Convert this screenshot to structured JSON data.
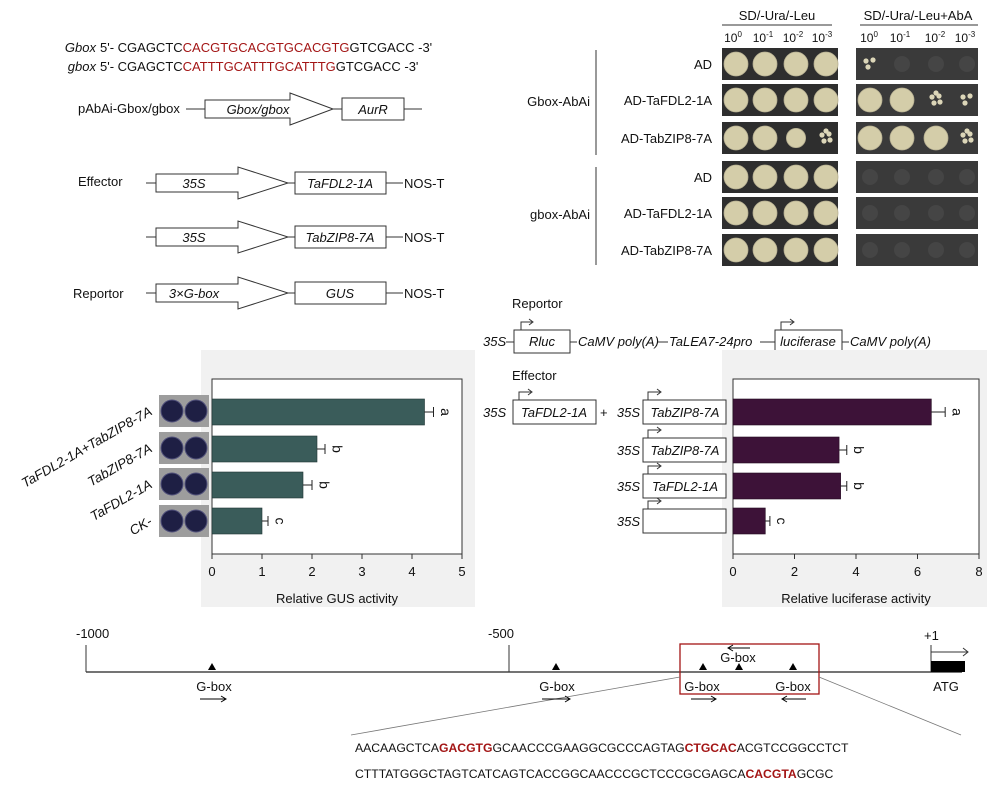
{
  "panel_a": {
    "seq_rows": [
      {
        "label": "Gbox",
        "prefix": "5'- CGAGCTC",
        "core": "CACGTGCACGTGCACGTG",
        "suffix": "GTCGACC -3'"
      },
      {
        "label": "gbox",
        "prefix": "5'- CGAGCTC",
        "core": "CATTTGCATTTGCATTTG",
        "suffix": "GTCGACC -3'"
      }
    ],
    "bait_label": "pAbAi-Gbox/gbox",
    "bait_arrow": "Gbox/gbox",
    "bait_box": "AurR"
  },
  "panel_b": {
    "effector_label": "Effector",
    "reportor_label": "Reportor",
    "constructs": [
      {
        "promoter": "35S",
        "gene": "TaFDL2-1A",
        "terminator": "NOS-T"
      },
      {
        "promoter": "35S",
        "gene": "TabZIP8-7A",
        "terminator": "NOS-T"
      },
      {
        "promoter": "3×G-box",
        "gene": "GUS",
        "terminator": "NOS-T"
      }
    ]
  },
  "panel_c": {
    "headers": [
      "SD/-Ura/-Leu",
      "SD/-Ura/-Leu+AbA"
    ],
    "dilutions": [
      "10",
      "10",
      "10",
      "10"
    ],
    "dilution_exps": [
      "0",
      "-1",
      "-2",
      "-3"
    ],
    "groups": [
      "Gbox-AbAi",
      "gbox-AbAi"
    ],
    "rows": [
      "AD",
      "AD-TaFDL2-1A",
      "AD-TabZIP8-7A",
      "AD",
      "AD-TaFDL2-1A",
      "AD-TabZIP8-7A"
    ],
    "growth_fraction": [
      [
        1,
        1,
        1,
        1,
        0.35,
        0,
        0,
        0
      ],
      [
        1,
        1,
        1,
        1,
        1,
        1,
        0.6,
        0.3
      ],
      [
        1,
        1,
        0.8,
        0.5,
        1,
        1,
        1,
        0.5
      ],
      [
        1,
        1,
        1,
        1,
        0,
        0,
        0,
        0
      ],
      [
        1,
        1,
        1,
        1,
        0,
        0,
        0,
        0
      ],
      [
        1,
        1,
        1,
        1,
        0,
        0,
        0,
        0
      ]
    ]
  },
  "panel_d": {
    "reportor_label": "Reportor",
    "parts": [
      "35S",
      "Rluc",
      "CaMV poly(A)",
      "TaLEA7-24pro",
      "luciferase",
      "CaMV poly(A)"
    ]
  },
  "chart_data": [
    {
      "type": "bar",
      "orientation": "horizontal",
      "categories": [
        "TaFDL2-1A+TabZIP8-7A",
        "TabZIP8-7A",
        "TaFDL2-1A",
        "CK-"
      ],
      "values": [
        4.25,
        2.1,
        1.82,
        1.0
      ],
      "errors": [
        0.18,
        0.16,
        0.18,
        0.12
      ],
      "letters": [
        "a",
        "b",
        "b",
        "c"
      ],
      "xlabel": "Relative GUS activity",
      "xlim": [
        0,
        5
      ],
      "xticks": [
        "0",
        "1",
        "2",
        "3",
        "4",
        "5"
      ],
      "bar_color": "#3a5c5a"
    },
    {
      "type": "bar",
      "orientation": "horizontal",
      "effector_label": "Effector",
      "categories": [
        {
          "left": "35S",
          "left_box": "TaFDL2-1A",
          "plus": "+",
          "promoter": "35S",
          "box": "TabZIP8-7A"
        },
        {
          "promoter": "35S",
          "box": "TabZIP8-7A"
        },
        {
          "promoter": "35S",
          "box": "TaFDL2-1A"
        },
        {
          "promoter": "35S",
          "box": ""
        }
      ],
      "values": [
        6.45,
        3.45,
        3.5,
        1.05
      ],
      "errors": [
        0.45,
        0.25,
        0.2,
        0.15
      ],
      "letters": [
        "a",
        "b",
        "b",
        "c"
      ],
      "xlabel": "Relative luciferase activity",
      "xlim": [
        0,
        8
      ],
      "xticks": [
        "0",
        "2",
        "4",
        "6",
        "8"
      ],
      "bar_color": "#3d1238"
    }
  ],
  "panel_e": {
    "ticks": [
      "-1000",
      "-500",
      "+1"
    ],
    "gbox_label": "G-box",
    "atg_label": "ATG",
    "seq_lines": [
      [
        {
          "t": "AACAAGCTCA",
          "h": false
        },
        {
          "t": "GACGTG",
          "h": true
        },
        {
          "t": "GCAACCCGAAGGCGCCCAGTAG",
          "h": false
        },
        {
          "t": "CTGCAC",
          "h": true
        },
        {
          "t": "ACGTCCGGCCTCT",
          "h": false
        }
      ],
      [
        {
          "t": "CTTTATGGGCTAGTCATCAGTCACCGGCAACCCGCTCCCGCGAGCA",
          "h": false
        },
        {
          "t": "CACGTA",
          "h": true
        },
        {
          "t": "GCGC",
          "h": false
        }
      ]
    ]
  }
}
